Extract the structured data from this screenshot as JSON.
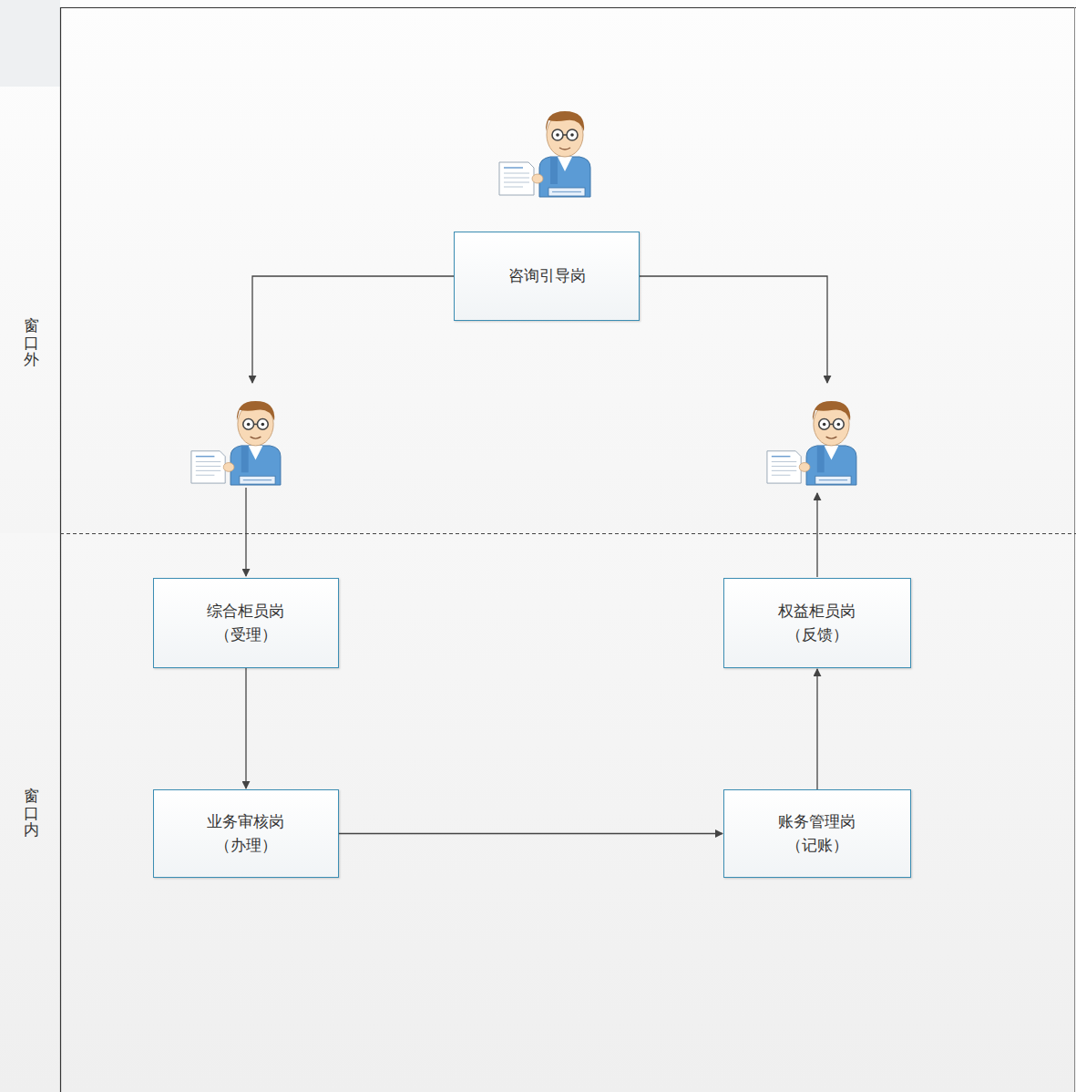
{
  "diagram": {
    "nodes": [
      {
        "text": [
          "咨询引导岗"
        ]
      },
      {
        "text": [
          "综合柜员岗 （受理）"
        ]
      },
      {
        "text": [
          "业务审核岗 （办理）"
        ]
      },
      {
        "text": [
          "账务管理岗 （记账）"
        ]
      },
      {
        "text": [
          "权益柜员岗 （反馈）"
        ]
      }
    ],
    "edges": [
      {
        "from": 1,
        "to": 2,
        "arrow": "to"
      },
      {
        "from": 2,
        "to": 3,
        "arrow": "to"
      },
      {
        "from": 3,
        "to": 4,
        "arrow": "to"
      }
    ],
    "labels": [
      "窗口外",
      "窗口内"
    ]
  }
}
